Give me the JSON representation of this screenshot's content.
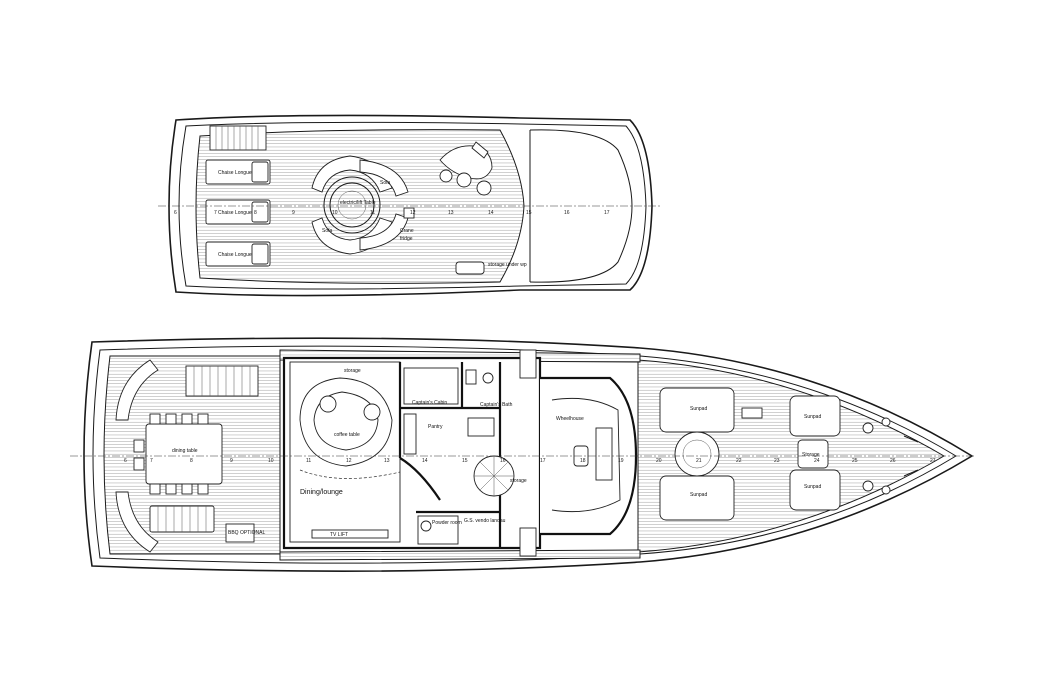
{
  "upper_deck": {
    "labels": {
      "chaise_1": "Chaise Longue",
      "chaise_2": "Chaise Longue",
      "chaise_3": "Chaise Longue",
      "sofa_top": "Sofa",
      "sofa_bottom": "Sofa",
      "table": "electric/lift Table",
      "crane": "Crane",
      "storage": "storage under wp",
      "fridge": "fridge"
    },
    "frames": [
      "6",
      "7",
      "8",
      "9",
      "10",
      "11",
      "12",
      "13",
      "14",
      "15",
      "16",
      "17"
    ]
  },
  "main_deck": {
    "labels": {
      "dining_table": "dining table",
      "dining_lounge": "Dining/lounge",
      "captains_cabin": "Captain's Cabin",
      "captains_bath": "Captain's Bath",
      "pantry": "Pantry",
      "wheelhouse": "Wheelhouse",
      "storage_1": "storage",
      "storage_2": "storage",
      "powder_room": "Powder room",
      "sunpad_1": "Sunpad",
      "sunpad_2": "Sunpad",
      "sunpad_3": "Sunpad",
      "sunpad_4": "Sunpad",
      "storage_fwd": "Storage",
      "tv_lift": "TV LIFT",
      "bbq": "BBQ OPTIONAL",
      "coffee_table": "coffee table",
      "gs_vendo": "G.S. vendo landau"
    },
    "frames": [
      "6",
      "7",
      "8",
      "9",
      "10",
      "11",
      "12",
      "13",
      "14",
      "15",
      "16",
      "17",
      "18",
      "19",
      "20",
      "21",
      "22",
      "23",
      "24",
      "25",
      "26",
      "27"
    ]
  }
}
